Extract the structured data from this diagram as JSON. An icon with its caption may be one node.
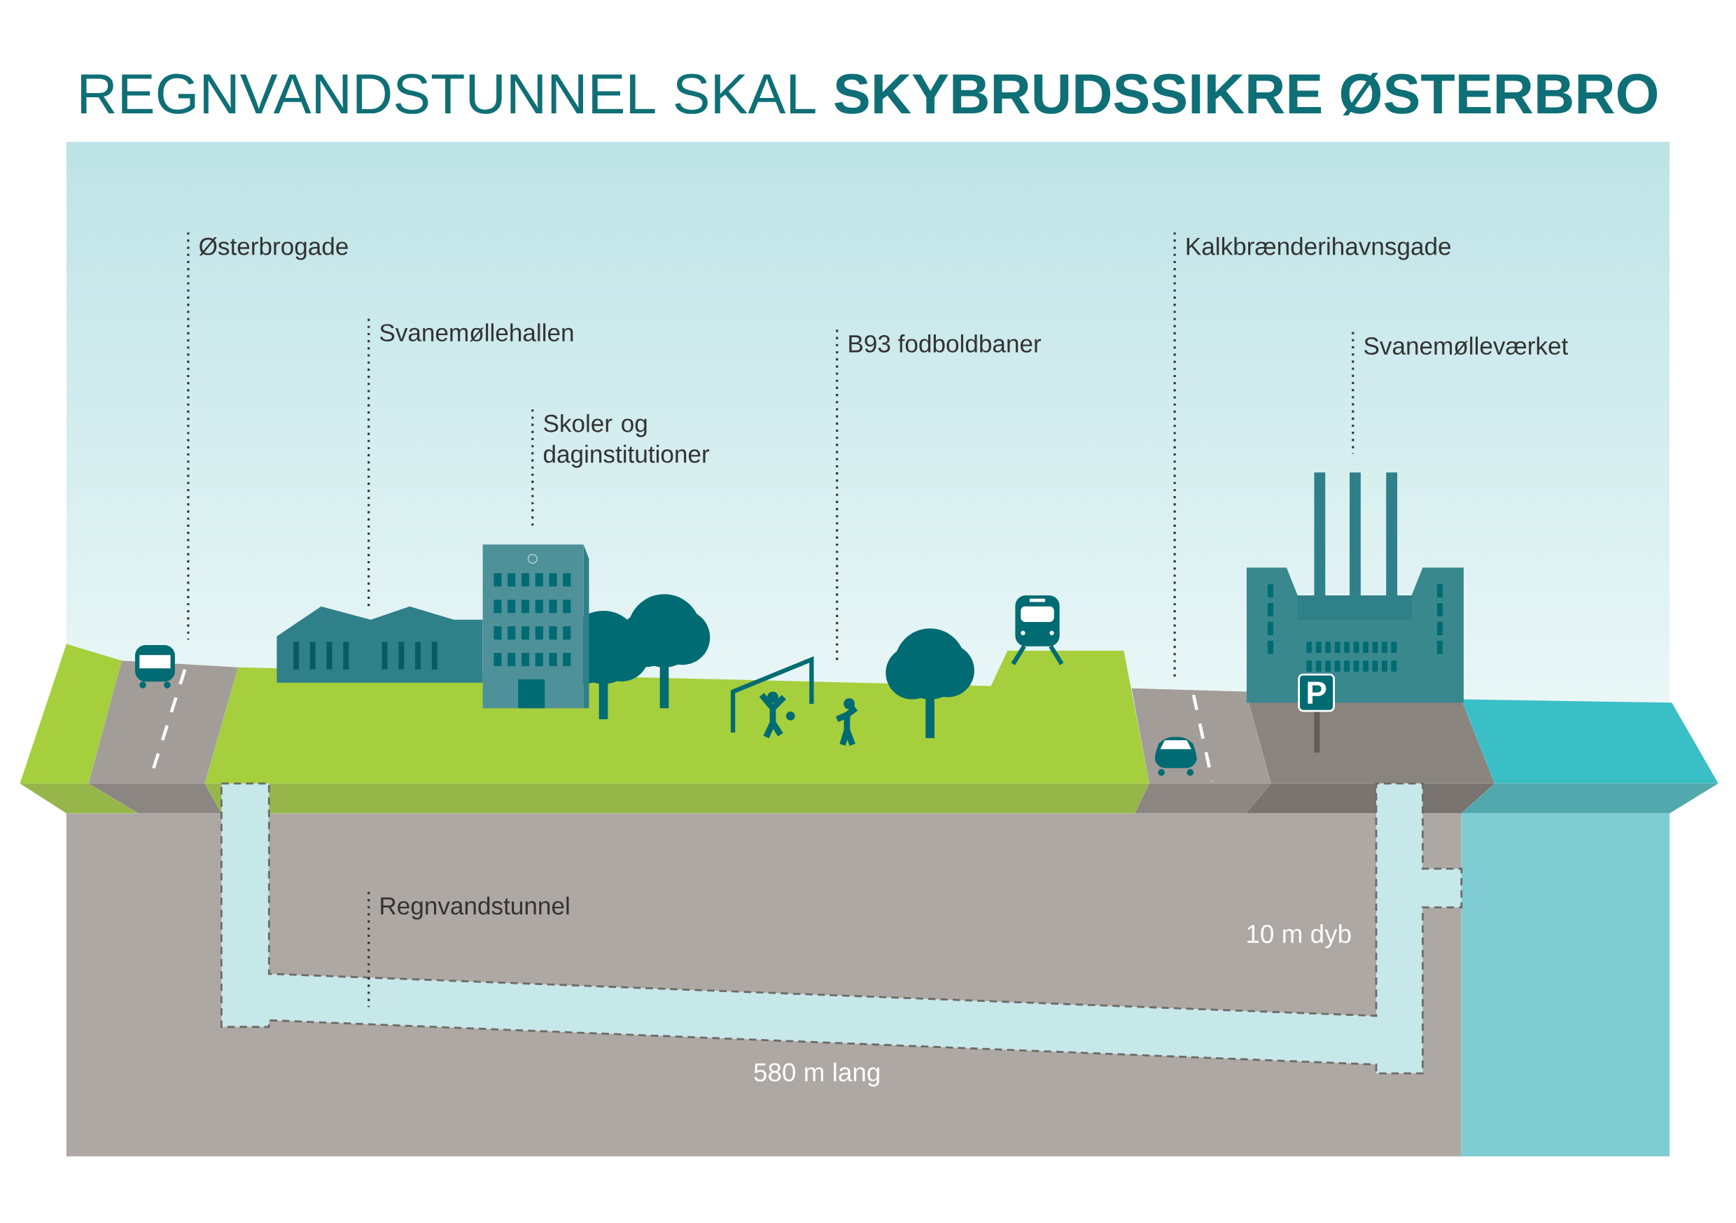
{
  "diagram": {
    "title": "REGNVANDSTUNNEL SKAL **SKYBRUDSSIKRE ØSTERBRO**",
    "nodes": [
      {
        "text": [
          "Østerbrogade"
        ]
      },
      {
        "text": [
          "Svanemøllehallen"
        ]
      },
      {
        "text": [
          "Skoler og daginstitutioner"
        ]
      },
      {
        "text": [
          "B93 fodboldbaner"
        ]
      },
      {
        "text": [
          "Kalkbrænderihavnsgade"
        ]
      },
      {
        "text": [
          "Svanemølleværket"
        ]
      },
      {
        "text": [
          "Regnvandstunnel"
        ]
      },
      {
        "text": [],
        "shape": "picture"
      },
      {
        "text": [],
        "shape": "picture"
      },
      {
        "text": [],
        "shape": "picture"
      },
      {
        "text": [],
        "shape": "picture"
      },
      {
        "text": [],
        "shape": "picture"
      },
      {
        "text": [],
        "shape": "picture"
      },
      {
        "text": [],
        "shape": "picture"
      }
    ],
    "edges": [
      {
        "from": 0,
        "to": 7,
        "arrow": "none"
      },
      {
        "from": 1,
        "to": 8,
        "arrow": "none"
      },
      {
        "from": 2,
        "to": 9,
        "arrow": "none"
      },
      {
        "from": 3,
        "to": 10,
        "arrow": "none"
      },
      {
        "from": 4,
        "to": 11,
        "arrow": "none"
      },
      {
        "from": 5,
        "to": 12,
        "arrow": "none"
      },
      {
        "from": 6,
        "to": 13,
        "arrow": "none"
      }
    ],
    "labels": [
      "P",
      "10 m dyb",
      "580 m lang"
    ]
  }
}
